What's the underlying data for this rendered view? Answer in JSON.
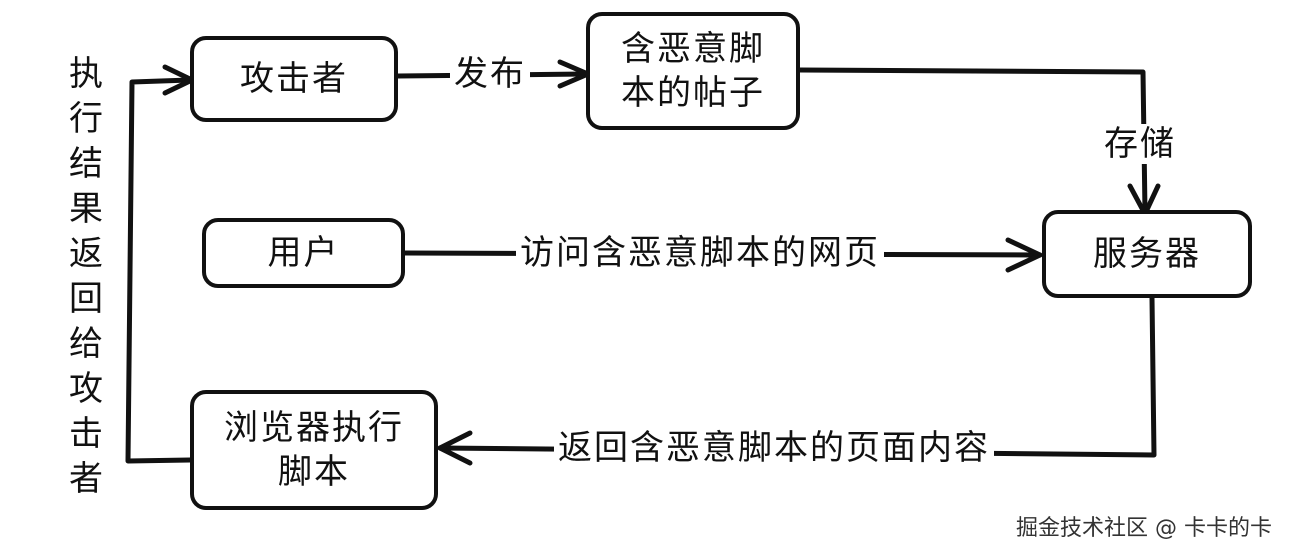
{
  "nodes": {
    "attacker": "攻击者",
    "malicious_post": "含恶意脚本的帖子",
    "server": "服务器",
    "user": "用户",
    "browser": "浏览器执行脚本"
  },
  "edges": {
    "publish": "发布",
    "store": "存储",
    "visit": "访问含恶意脚本的网页",
    "return_page": "返回含恶意脚本的页面内容",
    "return_result": "执行结果返回给攻击者"
  },
  "watermark": "掘金技术社区 @ 卡卡的卡"
}
